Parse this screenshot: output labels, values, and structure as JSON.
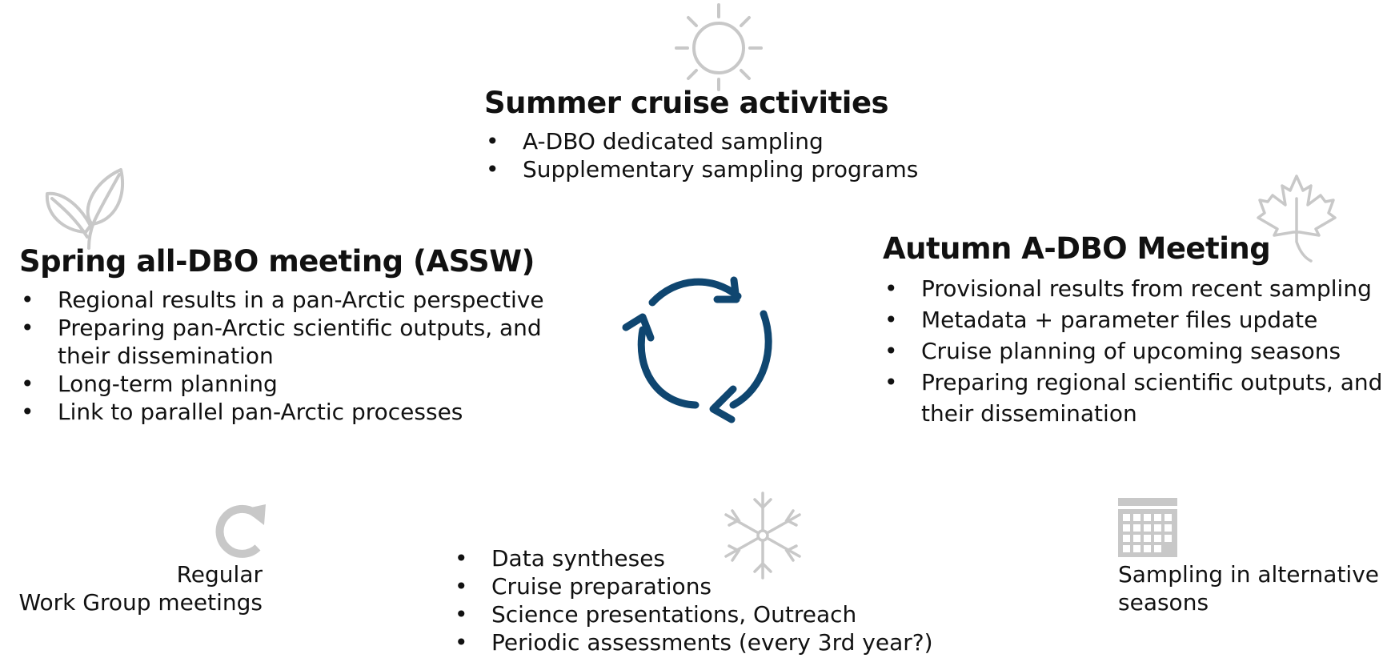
{
  "summer": {
    "title": "Summer cruise activities",
    "items": [
      "A-DBO dedicated sampling",
      "Supplementary sampling programs"
    ]
  },
  "spring": {
    "title": "Spring all-DBO meeting (ASSW)",
    "items": [
      "Regional results in a pan-Arctic perspective",
      "Preparing pan-Arctic scientific outputs, and",
      "their dissemination",
      "Long-term planning",
      "Link to parallel pan-Arctic processes"
    ]
  },
  "autumn": {
    "title": "Autumn A-DBO Meeting",
    "items": [
      "Provisional results from recent sampling",
      "Metadata + parameter files update",
      "Cruise planning of upcoming seasons",
      "Preparing regional scientific outputs, and",
      "their dissemination"
    ]
  },
  "regular": {
    "line1": "Regular",
    "line2": "Work Group meetings"
  },
  "winter": {
    "items": [
      "Data syntheses",
      "Cruise preparations",
      "Science presentations, Outreach",
      "Periodic assessments (every 3rd year?)"
    ]
  },
  "alternative": {
    "line1": "Sampling in alternative",
    "line2": "seasons"
  },
  "icons": {
    "sun": "sun-icon",
    "leaf": "leaf-icon",
    "maple": "maple-leaf-icon",
    "cycle": "cycle-arrows-icon",
    "refresh": "refresh-icon",
    "snow": "snowflake-icon",
    "calendar": "calendar-icon"
  },
  "colors": {
    "cycle": "#0f4670",
    "icon_gray": "#c8c8c8"
  }
}
